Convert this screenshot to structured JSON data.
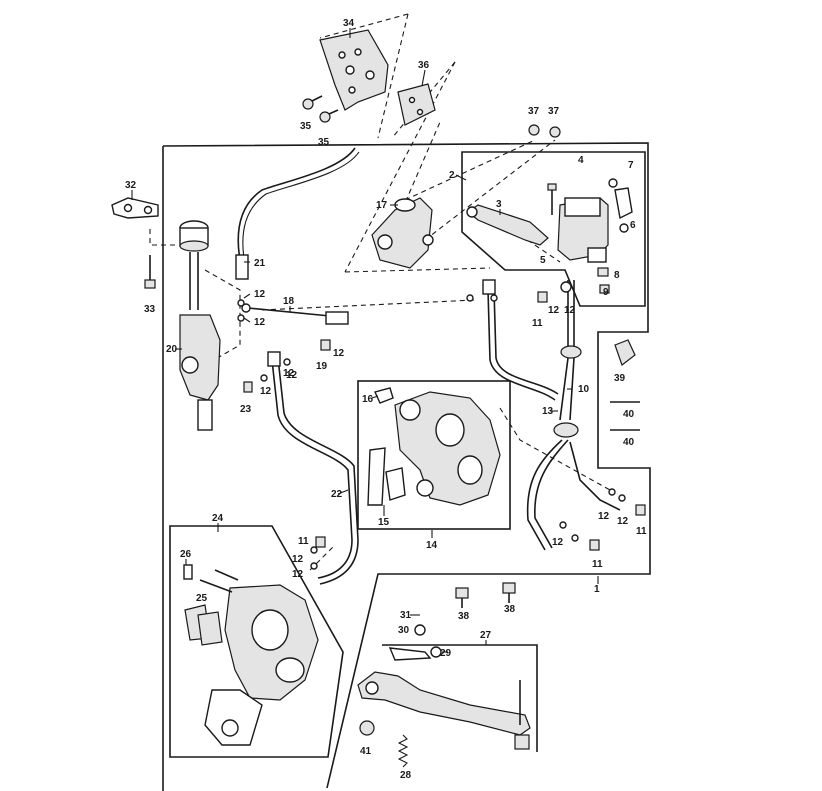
{
  "diagram": {
    "type": "exploded-parts-diagram",
    "subject": "brake system",
    "callouts": [
      "34",
      "36",
      "35",
      "35",
      "37",
      "37",
      "32",
      "17",
      "21",
      "12",
      "12",
      "18",
      "33",
      "20",
      "19",
      "12",
      "12",
      "23",
      "12",
      "12",
      "2",
      "3",
      "4",
      "7",
      "5",
      "6",
      "8",
      "9",
      "11",
      "12",
      "12",
      "10",
      "13",
      "39",
      "40",
      "40",
      "16",
      "15",
      "14",
      "22",
      "11",
      "12",
      "12",
      "12",
      "12",
      "11",
      "12",
      "11",
      "1",
      "24",
      "26",
      "25",
      "31",
      "30",
      "29",
      "27",
      "38",
      "38",
      "28",
      "41"
    ]
  }
}
